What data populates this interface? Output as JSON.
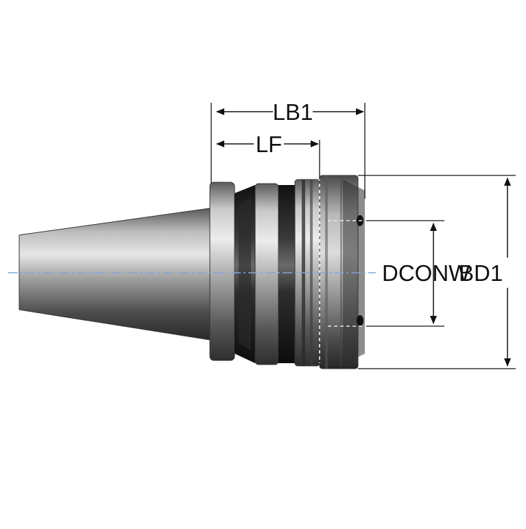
{
  "dimensions": {
    "lb1": "LB1",
    "lf": "LF",
    "dconw": "DCONW",
    "bd1": "BD1"
  },
  "colors": {
    "background": "#ffffff",
    "centerline": "#7ea6d8",
    "dimension_line": "#111111",
    "steel_light": "#d7d7d7",
    "steel_mid": "#8a8a8a",
    "steel_dark": "#1c1c1c"
  }
}
